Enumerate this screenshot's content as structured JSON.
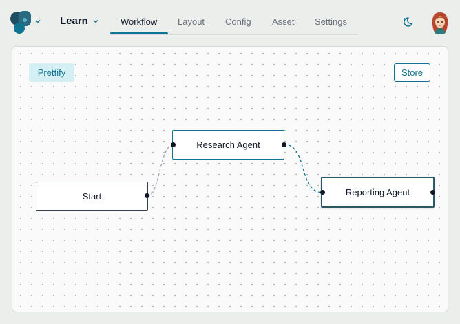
{
  "header": {
    "project_label": "Learn",
    "tabs": [
      {
        "label": "Workflow",
        "active": true
      },
      {
        "label": "Layout",
        "active": false
      },
      {
        "label": "Config",
        "active": false
      },
      {
        "label": "Asset",
        "active": false
      },
      {
        "label": "Settings",
        "active": false
      }
    ],
    "icons": {
      "logo": "brand-logo-icon",
      "theme": "theme-toggle-icon",
      "avatar": "user-avatar"
    }
  },
  "canvas": {
    "prettify_label": "Prettify",
    "store_label": "Store",
    "nodes": [
      {
        "id": "start",
        "label": "Start"
      },
      {
        "id": "research",
        "label": "Research Agent"
      },
      {
        "id": "reporting",
        "label": "Reporting Agent"
      }
    ],
    "edges": [
      {
        "from": "Start",
        "to": "Research Agent"
      },
      {
        "from": "Research Agent",
        "to": "Reporting Agent"
      }
    ]
  },
  "colors": {
    "accent": "#0e7490",
    "accent_light": "#d5f0f4",
    "canvas_background": "#fafafa",
    "page_background": "#eceeec",
    "edge_gray": "#9ca3af"
  }
}
